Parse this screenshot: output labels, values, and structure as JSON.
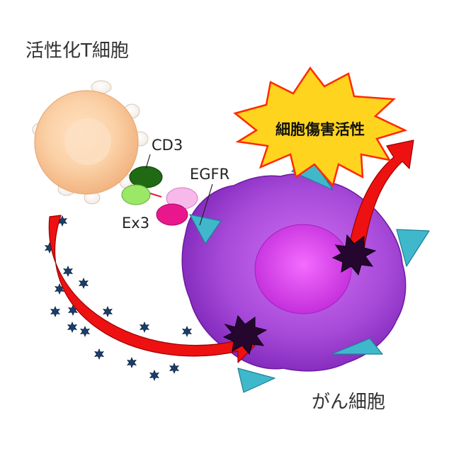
{
  "labels": {
    "t_cell": "活性化T細胞",
    "cd3": "CD3",
    "egfr": "EGFR",
    "ex3": "Ex3",
    "cancer_cell": "がん細胞",
    "cytotoxicity": "細胞傷害活性"
  },
  "colors": {
    "t_cell": "#f7c79a",
    "cancer_cell": "#9b3fd6",
    "nucleus": "#e040f0",
    "receptor": "#38b3c9",
    "cd3_domain": "#1e6b12",
    "ex3_light_green": "#9be86a",
    "ex3_light_pink": "#f6b6e8",
    "ex3_magenta": "#e8198c",
    "arrow": "#ee1111",
    "burst_fill": "#ffd21c",
    "burst_stroke": "#ff2a00",
    "granule": "#153a66"
  }
}
